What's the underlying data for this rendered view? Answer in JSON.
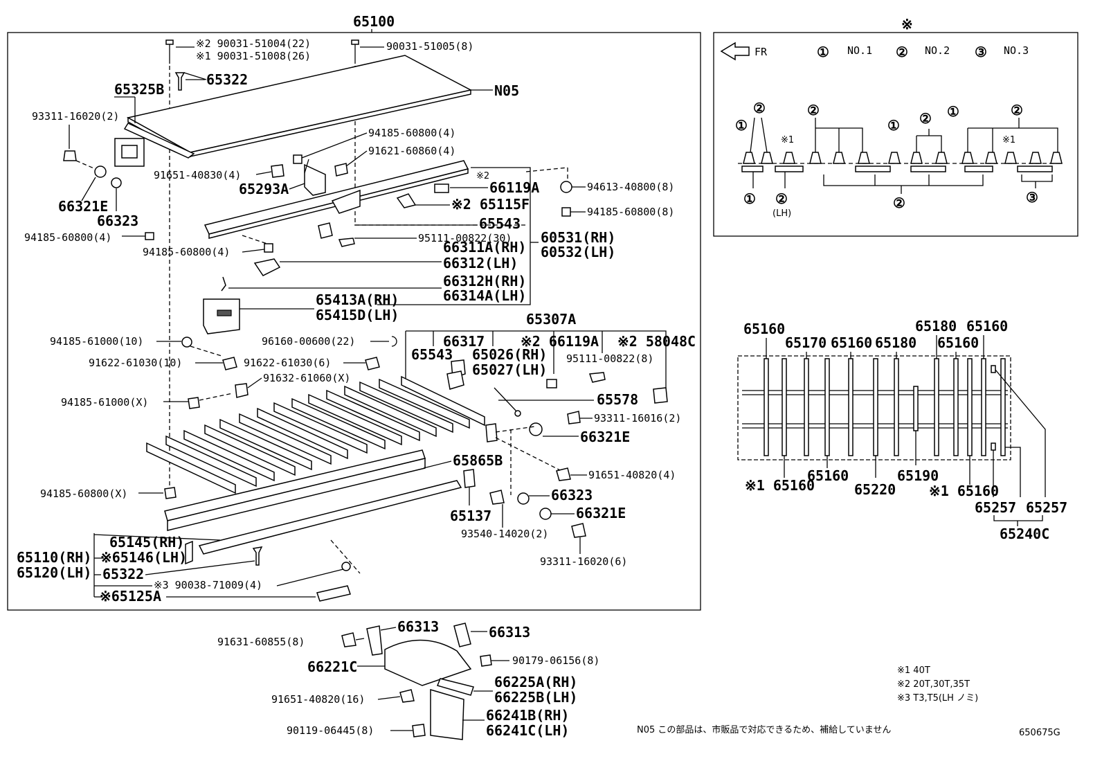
{
  "diagram_id": "650675G",
  "assembly": "65100",
  "labels": {
    "p_65325B": "65325B",
    "p_93311_16020_2": "93311-16020(2)",
    "p_66321E_a": "66321E",
    "p_66323_a": "66323",
    "p_94185_60800_4_a": "94185-60800(4)",
    "p_90031_51004": "※2 90031-51004(22)",
    "p_90031_51008": "※1 90031-51008(26)",
    "p_90031_51005": "90031-51005(8)",
    "p_65322_top": "65322",
    "p_N05": "N05",
    "p_94185_60800_4_b": "94185-60800(4)",
    "p_91621_60860": "91621-60860(4)",
    "p_91651_40830": "91651-40830(4)",
    "p_65293A": "65293A",
    "p_66119A_top": "66119A",
    "p_66119A_note": "※2",
    "p_65115F": "※2 65115F",
    "p_65543_top": "65543",
    "p_95111_00822_30": "95111-00822(30)",
    "p_94185_60800_4_c": "94185-60800(4)",
    "p_66311A": "66311A(RH)",
    "p_66312": "66312(LH)",
    "p_66312H": "66312H(RH)",
    "p_66314A": "66314A(LH)",
    "p_65413A": "65413A(RH)",
    "p_65415D": "65415D(LH)",
    "p_60531": "60531(RH)",
    "p_60532": "60532(LH)",
    "p_94613_40800": "94613-40800(8)",
    "p_94185_60800_8": "94185-60800(8)",
    "p_65307A": "65307A",
    "p_94185_61000_10": "94185-61000(10)",
    "p_96160_00600": "96160-00600(22)",
    "p_66317": "66317",
    "p_66119A_mid": "※2 66119A",
    "p_58048C": "※2 58048C",
    "p_91622_61030_10": "91622-61030(10)",
    "p_91622_61030_6": "91622-61030(6)",
    "p_65543_mid": "65543",
    "p_65026": "65026(RH)",
    "p_65027": "65027(LH)",
    "p_95111_00822_8": "95111-00822(8)",
    "p_91632_61060": "91632-61060(X)",
    "p_94185_61000_X": "94185-61000(X)",
    "p_65578": "65578",
    "p_93311_16016": "93311-16016(2)",
    "p_66321E_b": "66321E",
    "p_65865B": "65865B",
    "p_91651_40820_4": "91651-40820(4)",
    "p_94185_60800_X": "94185-60800(X)",
    "p_66323_b": "66323",
    "p_65137": "65137",
    "p_66321E_c": "66321E",
    "p_93540_14020": "93540-14020(2)",
    "p_65145": "65145(RH)",
    "p_65146": "※65146(LH)",
    "p_65110": "65110(RH)",
    "p_65120": "65120(LH)",
    "p_65322_bot": "65322",
    "p_90038_71009": "※3 90038-71009(4)",
    "p_65125A": "※65125A",
    "p_93311_16020_6": "93311-16020(6)",
    "p_91631_60855": "91631-60855(8)",
    "p_66313_a": "66313",
    "p_66313_b": "66313",
    "p_66221C": "66221C",
    "p_90179_06156": "90179-06156(8)",
    "p_66225A": "66225A(RH)",
    "p_66225B": "66225B(LH)",
    "p_91651_40820_16": "91651-40820(16)",
    "p_66241B": "66241B(RH)",
    "p_66241C": "66241C(LH)",
    "p_90119_06445": "90119-06445(8)"
  },
  "inset_top": {
    "marker": "※",
    "fr": "FR",
    "legend": [
      {
        "num": "①",
        "label": "NO.1"
      },
      {
        "num": "②",
        "label": "NO.2"
      },
      {
        "num": "③",
        "label": "NO.3"
      }
    ],
    "callouts": [
      "①",
      "②",
      "②",
      "①",
      "②",
      "①",
      "②",
      "①",
      "②",
      "②",
      "③"
    ],
    "note1": "※1",
    "note1b": "※1",
    "lh": "(LH)"
  },
  "inset_floor": {
    "top_labels": [
      "65160",
      "65170",
      "65160",
      "65180",
      "65180",
      "65160",
      "65160"
    ],
    "bottom_labels": [
      "※1 65160",
      "65160",
      "65220",
      "65190",
      "※1 65160",
      "65257",
      "65257",
      "65240C"
    ]
  },
  "notes": [
    "※1 40T",
    "※2 20T,30T,35T",
    "※3 T3,T5(LH ノミ)"
  ],
  "footnote": "N05  この部品は、市販品で対応できるため、補給していません"
}
